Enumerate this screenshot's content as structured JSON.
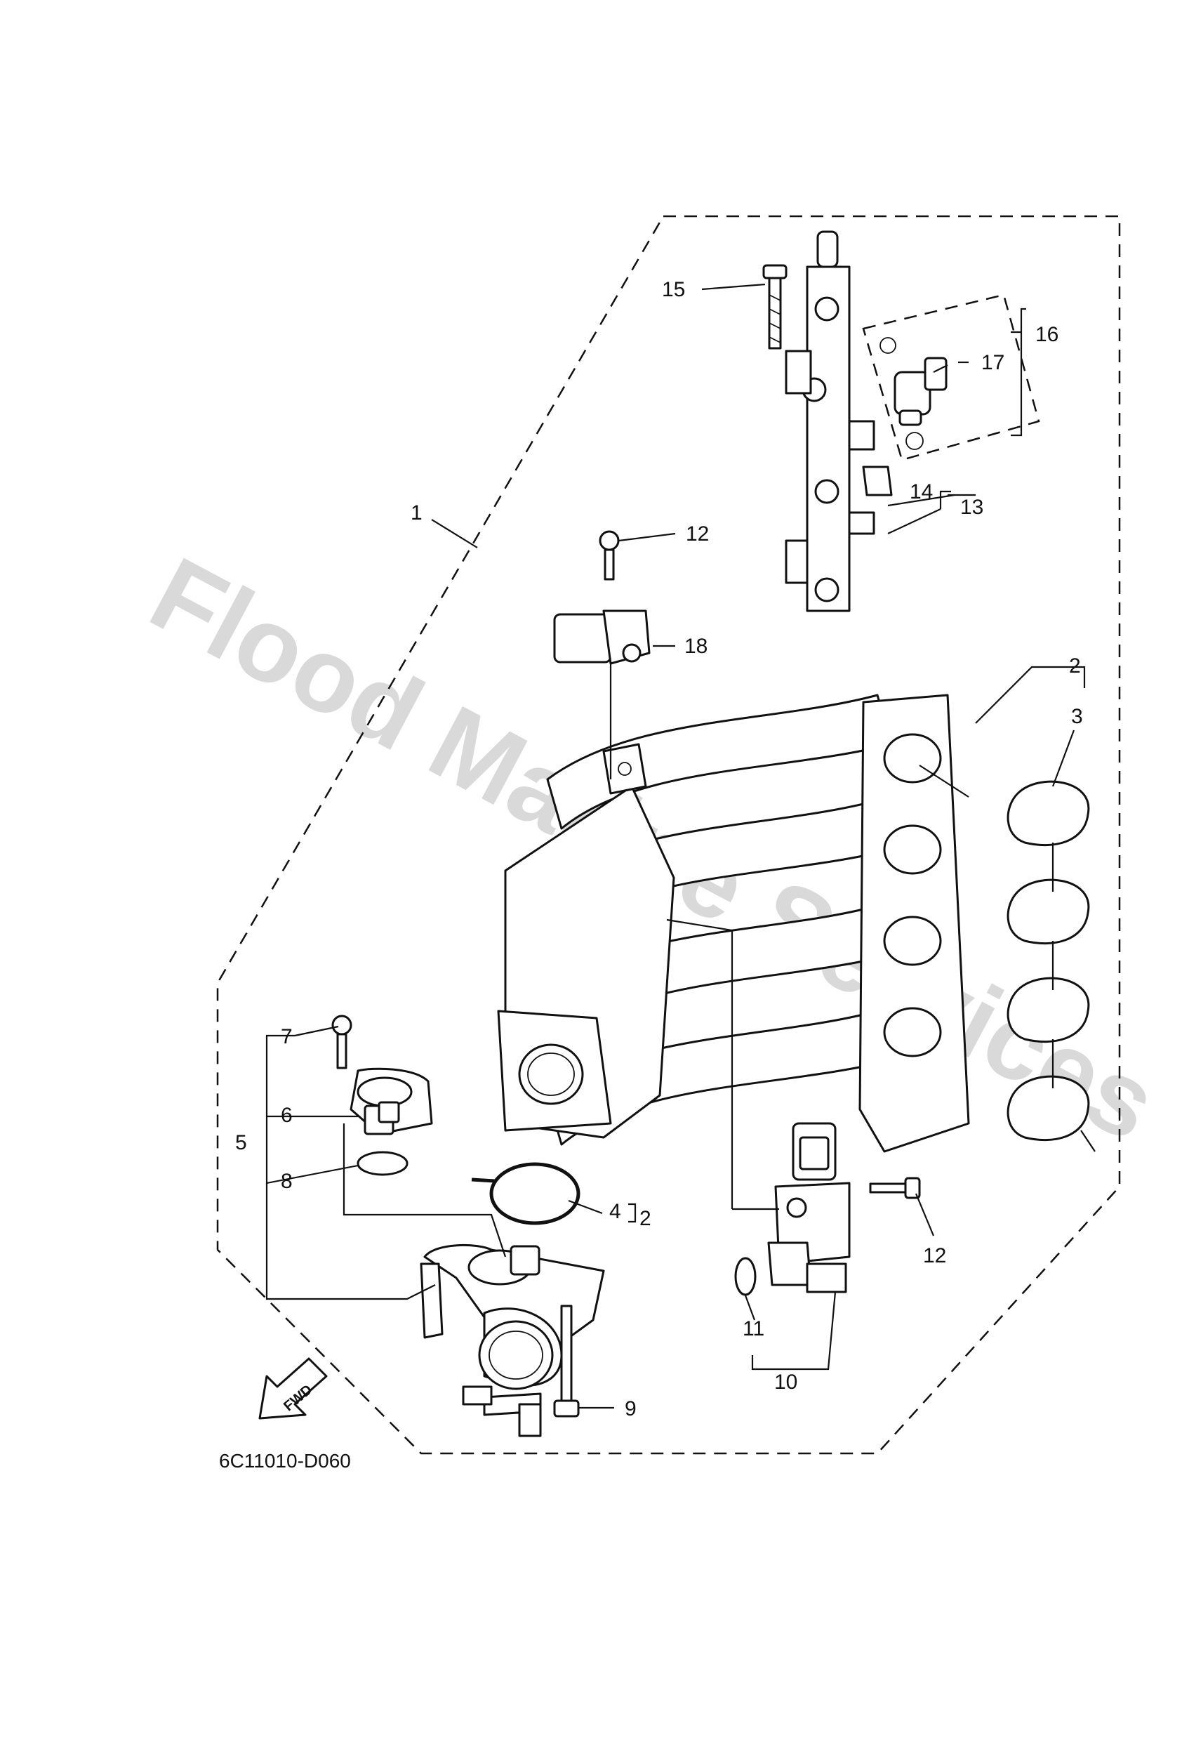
{
  "diagram": {
    "watermark": "Flood Marine Services",
    "code": "6C11010-D060",
    "fwd_label": "FWD",
    "callouts": {
      "c1": "1",
      "c2a": "2",
      "c2b": "2",
      "c3": "3",
      "c4": "4",
      "c5": "5",
      "c6": "6",
      "c7": "7",
      "c8": "8",
      "c9": "9",
      "c10": "10",
      "c11": "11",
      "c12a": "12",
      "c12b": "12",
      "c13": "13",
      "c14": "14",
      "c15": "15",
      "c16": "16",
      "c17": "17",
      "c18": "18"
    }
  }
}
